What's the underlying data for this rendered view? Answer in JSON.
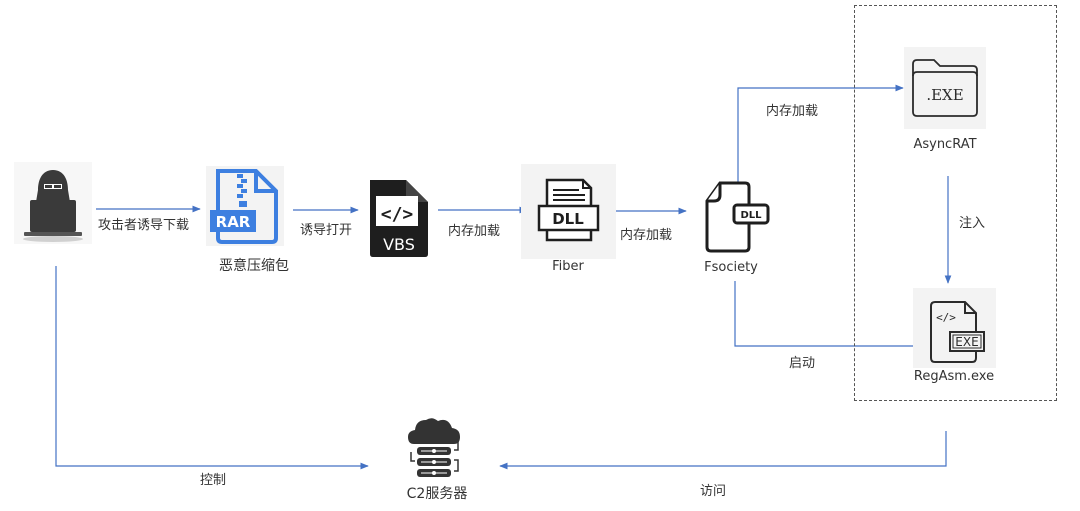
{
  "diagram": {
    "type": "attack-flow",
    "colors": {
      "arrow": "#4472c4",
      "text": "#333333",
      "icon_dark": "#2b2b2b",
      "rar_blue": "#3d7fe0",
      "icon_bg": "#f3f3f3"
    },
    "nodes": {
      "attacker": {
        "label": "",
        "icon": "hacker-laptop-icon"
      },
      "rar": {
        "label": "恶意压缩包",
        "icon": "rar-archive-icon",
        "badge": "RAR"
      },
      "vbs": {
        "label": "",
        "icon": "vbs-file-icon",
        "code": "</>",
        "badge": "VBS"
      },
      "fiber": {
        "label": "Fiber",
        "icon": "dll-file-icon",
        "badge": "DLL"
      },
      "fsociety": {
        "label": "Fsociety",
        "icon": "dll-document-icon",
        "badge": "DLL"
      },
      "asyncrat": {
        "label": "AsyncRAT",
        "icon": "exe-folder-icon",
        "badge": ".EXE"
      },
      "regasm": {
        "label": "RegAsm.exe",
        "icon": "exe-code-file-icon",
        "code": "</>",
        "badge": "EXE"
      },
      "c2": {
        "label": "C2服务器",
        "icon": "cloud-server-icon"
      }
    },
    "edges": [
      {
        "from": "attacker",
        "to": "rar",
        "label": "攻击者诱导下载"
      },
      {
        "from": "rar",
        "to": "vbs",
        "label": "诱导打开"
      },
      {
        "from": "vbs",
        "to": "fiber",
        "label": "内存加载"
      },
      {
        "from": "fiber",
        "to": "fsociety",
        "label": "内存加载"
      },
      {
        "from": "fsociety",
        "to": "asyncrat",
        "label": "内存加载"
      },
      {
        "from": "asyncrat",
        "to": "regasm",
        "label": "注入"
      },
      {
        "from": "fsociety",
        "to": "regasm",
        "label": "启动"
      },
      {
        "from": "attacker",
        "to": "c2",
        "label": "控制"
      },
      {
        "from": "regasm",
        "to": "c2",
        "label": "访问"
      }
    ]
  }
}
